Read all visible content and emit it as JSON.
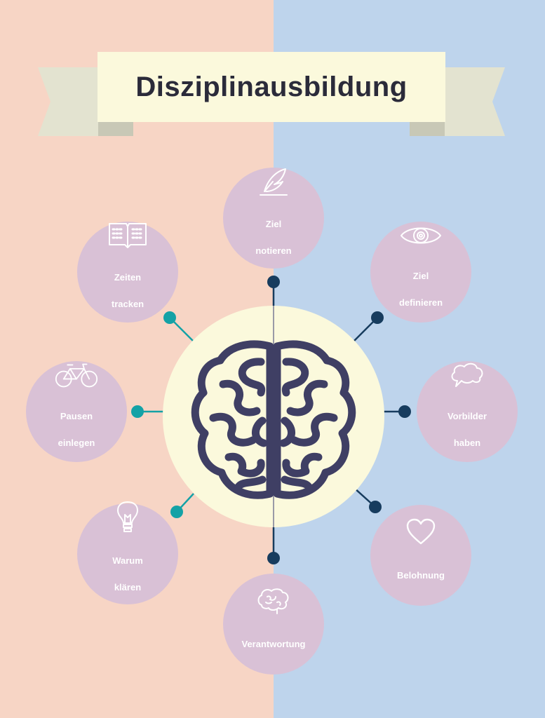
{
  "title": "Disziplinausbildung",
  "colors": {
    "left_bg": "#f7d5c5",
    "right_bg": "#bed4ec",
    "banner": "#fbf9dc",
    "circle": "#d9c1d6",
    "brain": "#3f3f64",
    "connector_teal": "#14a2a6",
    "connector_navy": "#173c5e"
  },
  "items": [
    {
      "id": "ziel-notieren",
      "lines": [
        "Ziel",
        "notieren"
      ],
      "icon": "quill-icon"
    },
    {
      "id": "ziel-definieren",
      "lines": [
        "Ziel",
        "definieren"
      ],
      "icon": "eye-icon"
    },
    {
      "id": "vorbilder-haben",
      "lines": [
        "Vorbilder",
        "haben"
      ],
      "icon": "speech-bubble-icon"
    },
    {
      "id": "belohnung",
      "lines": [
        "Belohnung"
      ],
      "icon": "heart-icon"
    },
    {
      "id": "verantwortung",
      "lines": [
        "Verantwortung"
      ],
      "icon": "brain-icon"
    },
    {
      "id": "warum-klaeren",
      "lines": [
        "Warum",
        "klären"
      ],
      "icon": "lightbulb-icon"
    },
    {
      "id": "pausen-einlegen",
      "lines": [
        "Pausen",
        "einlegen"
      ],
      "icon": "bicycle-icon"
    },
    {
      "id": "zeiten-tracken",
      "lines": [
        "Zeiten",
        "tracken"
      ],
      "icon": "book-icon"
    }
  ],
  "center_icon": "brain-icon"
}
